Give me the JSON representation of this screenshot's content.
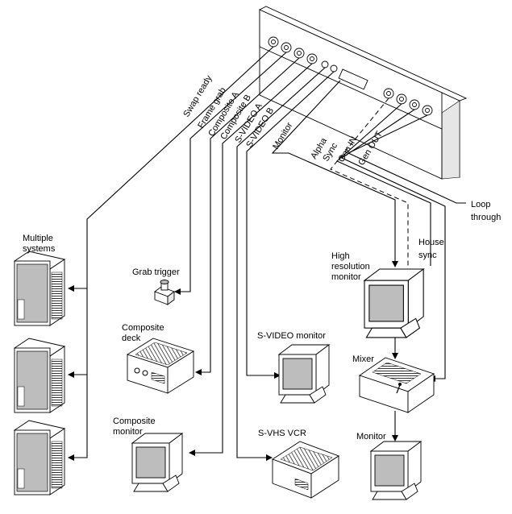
{
  "panel_labels": {
    "swap_ready": "Swap ready",
    "frame_grab": "Frame grab",
    "composite_a": "Composite A",
    "composite_b": "Composite B",
    "svideo_a": "S-VIDEO A",
    "svideo_b": "S-VIDEO B",
    "monitor": "Monitor",
    "alpha": "Alpha",
    "sync": "Sync",
    "gen_in": "Gen IN",
    "gen_out": "Gen OUT"
  },
  "devices": {
    "multiple_systems_line1": "Multiple",
    "multiple_systems_line2": "systems",
    "grab_trigger": "Grab trigger",
    "composite_deck_line1": "Composite",
    "composite_deck_line2": "deck",
    "composite_monitor_line1": "Composite",
    "composite_monitor_line2": "monitor",
    "svideo_monitor": "S-VIDEO monitor",
    "svhs_vcr": "S-VHS VCR",
    "high_res_line1": "High",
    "high_res_line2": "resolution",
    "high_res_line3": "monitor",
    "house_sync_line1": "House",
    "house_sync_line2": "sync",
    "loop_through_line1": "Loop",
    "loop_through_line2": "through",
    "mixer": "Mixer",
    "monitor_bottom": "Monitor"
  },
  "colors": {
    "line": "#000000",
    "screen_gray": "#bdbdbd",
    "panel_shade": "#e6e6e6",
    "device_fill": "#ffffff"
  }
}
